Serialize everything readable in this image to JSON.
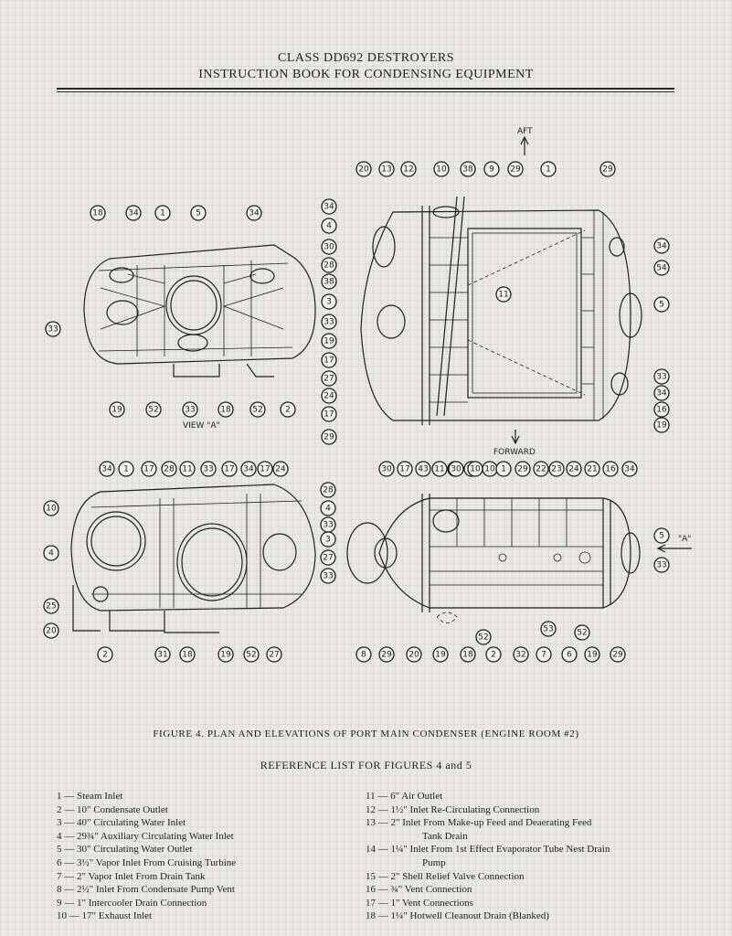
{
  "header": {
    "line1": "CLASS DD692 DESTROYERS",
    "line2": "INSTRUCTION BOOK FOR CONDENSING EQUIPMENT"
  },
  "drawing": {
    "aft_label": "AFT",
    "forward_label": "FORWARD",
    "view_label": "VIEW \"A\"",
    "arrow_label": "\"A\""
  },
  "figure_caption": "FIGURE 4. PLAN AND ELEVATIONS OF PORT MAIN CONDENSER (ENGINE ROOM #2)",
  "reference_title": "REFERENCE LIST FOR FIGURES 4 and 5",
  "reference_left": [
    "1 — Steam Inlet",
    "2 — 10\" Condensate Outlet",
    "3 — 40\" Circulating Water Inlet",
    "4 — 29¾\" Auxiliary Circulating Water Inlet",
    "5 — 30\" Circulating Water Outlet",
    "6 — 3½\" Vapor Inlet From Cruising Turbine",
    "7 — 2\" Vapor Inlet From Drain Tank",
    "8 — 2½\" Inlet From Condensate Pump Vent",
    "9 — 1\" Intercooler Drain Connection",
    "10 — 17\" Exhaust Inlet"
  ],
  "reference_right": [
    "11 — 6\" Air Outlet",
    "12 — 1½\" Inlet Re-Circulating Connection",
    "13 — 2\" Inlet From Make-up Feed and Deaerating Feed",
    "Tank Drain",
    "14 — 1¼\" Inlet From 1st Effect Evaporator Tube Nest Drain",
    "Pump",
    "15 — 2\" Shell Relief Valve Connection",
    "16 — ¾\" Vent Connection",
    "17 — 1\" Vent Connections",
    "18 — 1¼\" Hotwell Cleanout Drain (Blanked)"
  ],
  "callouts": {
    "view_a": [
      "18",
      "34",
      "1",
      "5",
      "34",
      "33",
      "19",
      "52",
      "33",
      "18",
      "52",
      "2"
    ],
    "plan": [
      "20",
      "13",
      "12",
      "10",
      "38",
      "9",
      "29",
      "1",
      "29",
      "34",
      "4",
      "30",
      "28",
      "38",
      "3",
      "33",
      "19",
      "17",
      "27",
      "24",
      "17",
      "29",
      "11",
      "34",
      "54",
      "5",
      "33",
      "34",
      "16",
      "19",
      "30",
      "15",
      "10"
    ],
    "end_elev": [
      "34",
      "1",
      "17",
      "28",
      "11",
      "33",
      "17",
      "34",
      "17",
      "24",
      "10",
      "4",
      "25",
      "20",
      "2",
      "31",
      "18",
      "19",
      "52",
      "27"
    ],
    "side_elev": [
      "30",
      "17",
      "43",
      "11",
      "30",
      "10",
      "1",
      "29",
      "22",
      "23",
      "24",
      "21",
      "16",
      "34",
      "28",
      "4",
      "33",
      "3",
      "27",
      "33",
      "5",
      "33",
      "8",
      "29",
      "20",
      "19",
      "18",
      "2",
      "32",
      "7",
      "6",
      "19",
      "29",
      "52",
      "53",
      "52"
    ]
  }
}
